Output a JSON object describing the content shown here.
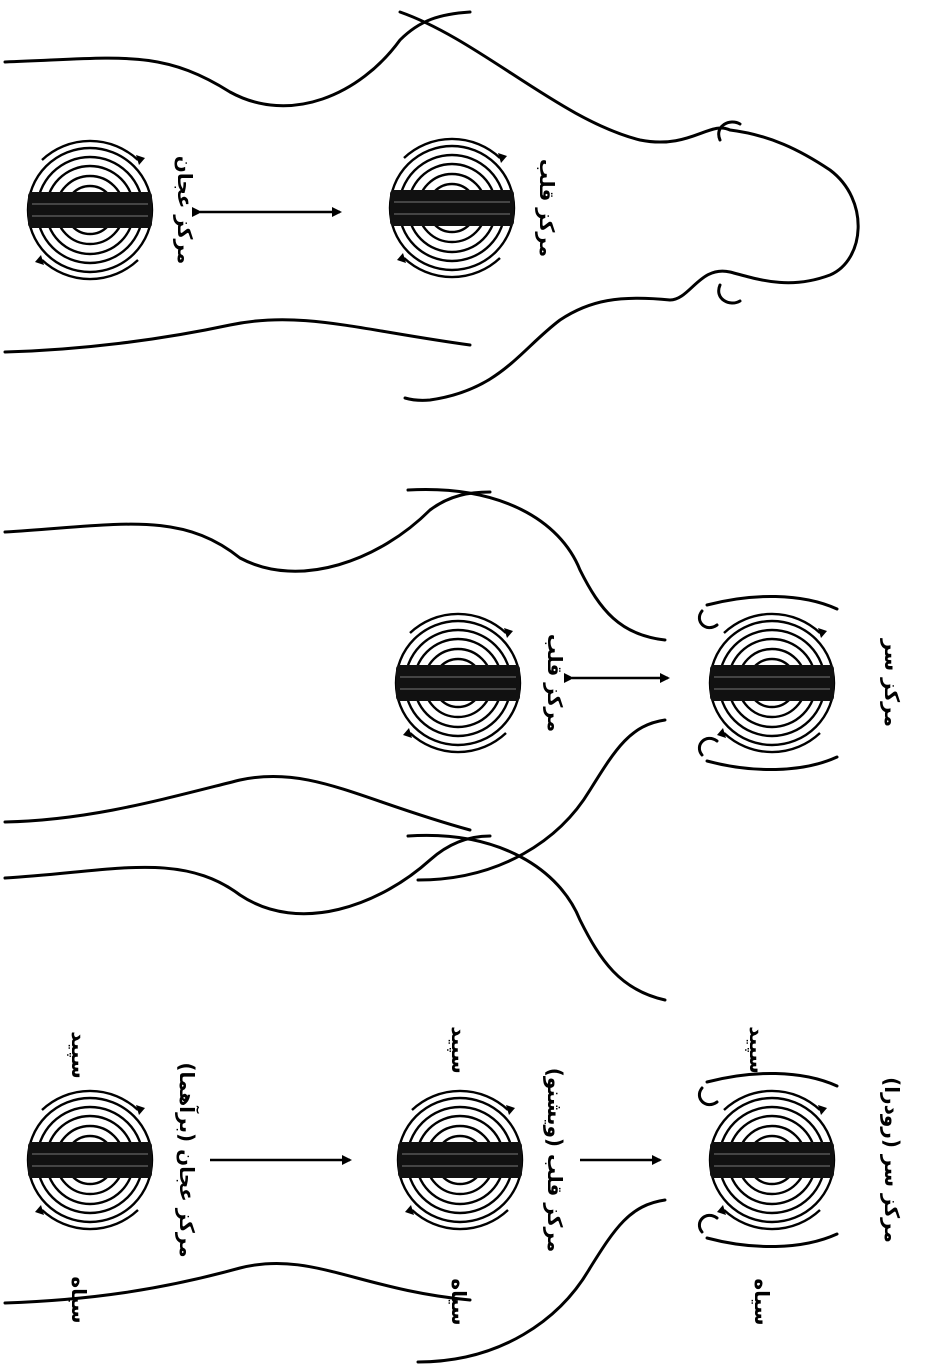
{
  "panels": [
    {
      "id": "panel-1",
      "centers": [
        {
          "id": "solar-plexus",
          "label": "مرکز عجان"
        },
        {
          "id": "heart",
          "label": "مرکز قلب"
        }
      ]
    },
    {
      "id": "panel-2",
      "centers": [
        {
          "id": "heart",
          "label": "مرکز قلب"
        },
        {
          "id": "head",
          "label": "مرکز سر"
        }
      ]
    },
    {
      "id": "panel-3",
      "centers": [
        {
          "id": "solar-plexus",
          "label": "مرکز عجان (برآهما)"
        },
        {
          "id": "heart",
          "label": "مرکز قلب (ویشنو)"
        },
        {
          "id": "head",
          "label": "مرکز سر (رودرا)"
        }
      ],
      "side_labels": {
        "left": "سیاه",
        "right": "سپید"
      }
    }
  ]
}
